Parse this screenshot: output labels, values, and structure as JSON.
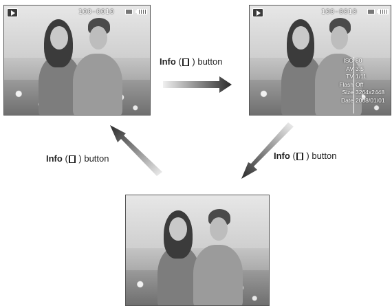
{
  "screens": [
    {
      "file_number": "100-0010",
      "icons": [
        "play-icon",
        "memory-card-icon",
        "battery-icon"
      ],
      "show_info": false
    },
    {
      "file_number": "100-0010",
      "icons": [
        "play-icon",
        "memory-card-icon",
        "battery-icon"
      ],
      "show_info": true,
      "info": [
        {
          "key": "ISO",
          "value": "80"
        },
        {
          "key": "AV",
          "value": "3.5"
        },
        {
          "key": "TV",
          "value": "1/11"
        },
        {
          "key": "Flash",
          "value": "Off"
        },
        {
          "key": "Size",
          "value": "3264x2448"
        },
        {
          "key": "Date",
          "value": "2008/01/01"
        }
      ]
    },
    {
      "show_info": false
    }
  ],
  "transitions": [
    {
      "bold": "Info",
      "open": " (",
      "close": " ) button",
      "button_icon": "info-button-icon"
    },
    {
      "bold": "Info",
      "open": " (",
      "close": " ) button",
      "button_icon": "info-button-icon"
    },
    {
      "bold": "Info",
      "open": " (",
      "close": " ) button",
      "button_icon": "info-button-icon"
    }
  ],
  "colors": {
    "arrow_dark": "#2b2b2b",
    "arrow_light": "#f0f0f0"
  }
}
